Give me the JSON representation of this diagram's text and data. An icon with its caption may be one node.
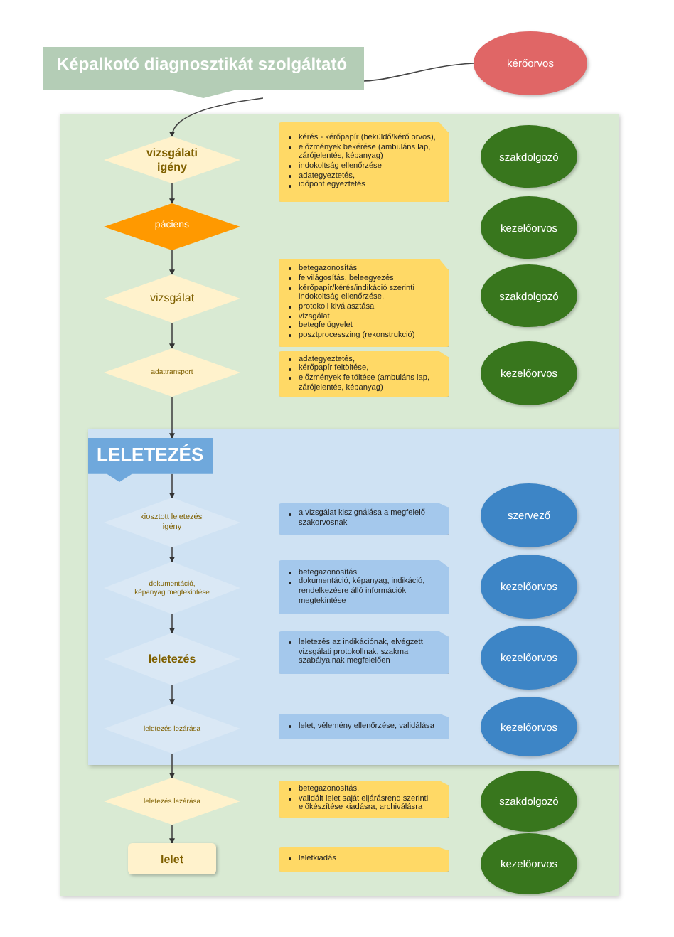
{
  "diagram": {
    "nodes": [
      {
        "text": [
          "Képalkotó diagnosztikát szolgáltató"
        ]
      },
      {
        "text": [
          "kérőorvos"
        ]
      },
      {
        "text": [],
        "shape": "box"
      },
      {
        "text": [
          "vizsgálati igény"
        ],
        "in": 2
      },
      {
        "text": [
          "kérés - kérőpapír (beküldő/kérő orvos),",
          "előzmények bekérése (ambuláns lap, zárójelentés, képanyag)",
          "indokoltság ellenőrzése",
          "adategyeztetés,",
          "időpont egyeztetés"
        ],
        "in": 2
      },
      {
        "text": [
          "szakdolgozó"
        ],
        "in": 2
      },
      {
        "text": [
          "páciens"
        ],
        "in": 2
      },
      {
        "text": [
          "kezelőorvos"
        ],
        "in": 2
      },
      {
        "text": [
          "vizsgálat"
        ],
        "in": 2
      },
      {
        "text": [
          "betegazonosítás",
          "felvilágosítás, beleegyezés",
          "kérőpapír/kérés/indikáció szerinti indokoltság ellenőrzése,",
          "protokoll kiválasztása",
          "vizsgálat",
          "betegfelügyelet",
          "posztprocesszing (rekonstrukció)"
        ],
        "in": 2
      },
      {
        "text": [
          "szakdolgozó"
        ],
        "in": 2
      },
      {
        "text": [
          "adattransport"
        ],
        "in": 2
      },
      {
        "text": [
          "adategyeztetés,",
          "kérőpapír feltöltése,",
          "előzmények feltöltése (ambuláns lap, zárójelentés, képanyag)"
        ],
        "in": 2
      },
      {
        "text": [
          "kezelőorvos"
        ],
        "in": 2
      },
      {
        "text": [],
        "shape": "box",
        "in": 2
      },
      {
        "text": [
          "LELETEZÉS"
        ],
        "in": 14
      },
      {
        "text": [
          "kiosztott leletezési igény"
        ],
        "in": 14
      },
      {
        "text": [
          "a vizsgálat kiszignálása a megfelelő szakorvosnak"
        ],
        "in": 14
      },
      {
        "text": [
          "szervező"
        ],
        "in": 14
      },
      {
        "text": [
          "dokumentáció, képanyag megtekintése"
        ],
        "in": 14
      },
      {
        "text": [
          "betegazonosítás",
          "dokumentáció, képanyag, indikáció, rendelkezésre álló információk megtekintése"
        ],
        "in": 14
      },
      {
        "text": [
          "kezelőorvos"
        ],
        "in": 14
      },
      {
        "text": [
          "leletezés"
        ],
        "in": 14
      },
      {
        "text": [
          "leletezés az indikációnak, elvégzett vizsgálati protokollnak, szakma szabályainak megfelelően"
        ],
        "in": 14
      },
      {
        "text": [
          "kezelőorvos"
        ],
        "in": 14
      },
      {
        "text": [
          "leletezés lezárása"
        ],
        "in": 14
      },
      {
        "text": [
          "lelet, vélemény ellenőrzése, validálása"
        ],
        "in": 14
      },
      {
        "text": [
          "kezelőorvos"
        ],
        "in": 14
      },
      {
        "text": [
          "leletezés lezárása"
        ],
        "in": 2
      },
      {
        "text": [
          "betegazonosítás,",
          "validált lelet saját eljárásrend szerinti előkészítése kiadásra, archiválásra"
        ],
        "in": 2
      },
      {
        "text": [
          "szakdolgozó"
        ],
        "in": 2
      },
      {
        "text": [
          "lelet"
        ],
        "in": 2
      },
      {
        "text": [
          "leletkiadás"
        ],
        "in": 2
      },
      {
        "text": [
          "kezelőorvos"
        ],
        "in": 2
      }
    ],
    "edges": [
      {
        "from": 1,
        "to": 0,
        "arrow": "none"
      },
      {
        "from": 0,
        "to": 3,
        "arrow": "to"
      },
      {
        "from": 3,
        "to": 6,
        "arrow": "to"
      },
      {
        "from": 6,
        "to": 8,
        "arrow": "to"
      },
      {
        "from": 8,
        "to": 11,
        "arrow": "to"
      },
      {
        "from": 11,
        "to": 15,
        "arrow": "to"
      },
      {
        "from": 15,
        "to": 16,
        "arrow": "to"
      },
      {
        "from": 16,
        "to": 19,
        "arrow": "to"
      },
      {
        "from": 19,
        "to": 22,
        "arrow": "to"
      },
      {
        "from": 22,
        "to": 25,
        "arrow": "to"
      },
      {
        "from": 25,
        "to": 28,
        "arrow": "to"
      },
      {
        "from": 28,
        "to": 31,
        "arrow": "to"
      }
    ]
  }
}
